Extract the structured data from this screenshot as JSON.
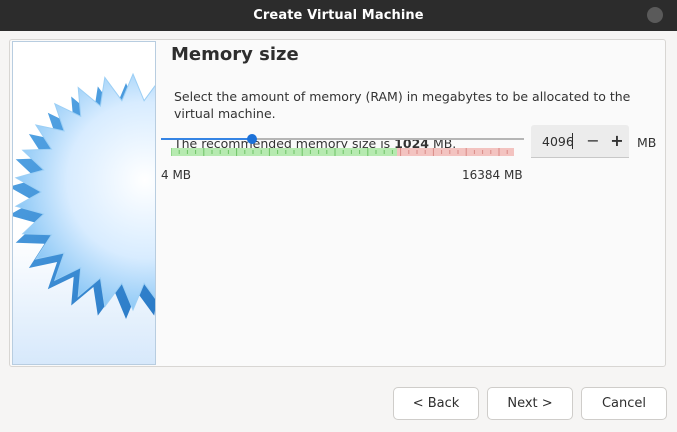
{
  "window": {
    "title": "Create Virtual Machine"
  },
  "page": {
    "title": "Memory size",
    "description": "Select the amount of memory (RAM) in megabytes to be allocated to the virtual machine.",
    "recommend_prefix": "The recommended memory size is ",
    "recommend_value": "1024",
    "recommend_suffix": " MB."
  },
  "memory": {
    "min_label": "4 MB",
    "max_label": "16384 MB",
    "min": 4,
    "max": 16384,
    "current": 4096,
    "value_text": "4096",
    "unit": "MB",
    "green_fraction": 0.66,
    "minus_label": "−",
    "plus_label": "+"
  },
  "buttons": {
    "back": "< Back",
    "next": "Next >",
    "cancel": "Cancel"
  },
  "colors": {
    "accent": "#1c71d8",
    "safe_zone": "#b6eab0",
    "warn_zone": "#f3c3c0"
  }
}
